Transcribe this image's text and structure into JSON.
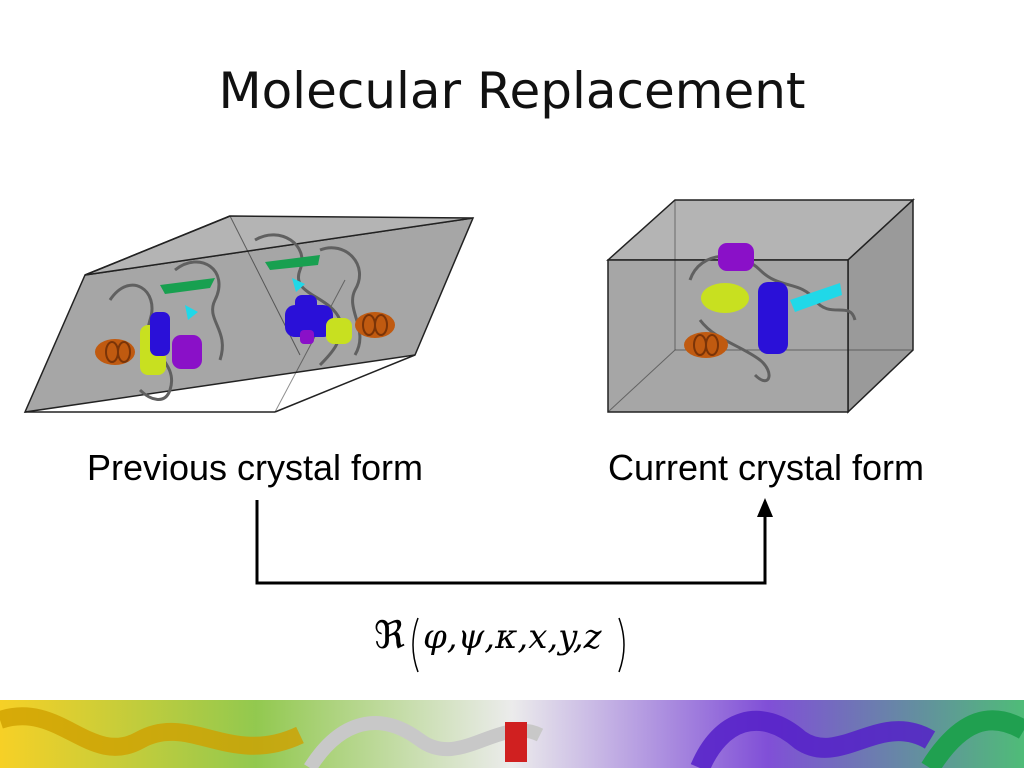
{
  "slide": {
    "title": "Molecular Replacement"
  },
  "panels": {
    "previous": {
      "caption": "Previous crystal form"
    },
    "current": {
      "caption": "Current crystal form"
    }
  },
  "formula": {
    "operator": "ℜ",
    "arguments": "φ,ψ,κ,x,y,z"
  },
  "colors": {
    "cell_fill": "#a6a6a6",
    "cell_edge": "#222222",
    "helix_blue": "#2a10d8",
    "helix_purple": "#8a10c8",
    "helix_yellow": "#c8e020",
    "helix_orange": "#c05a10",
    "strand_green": "#18a050",
    "strand_cyan": "#20d8e8",
    "coil_gray": "#606060"
  }
}
